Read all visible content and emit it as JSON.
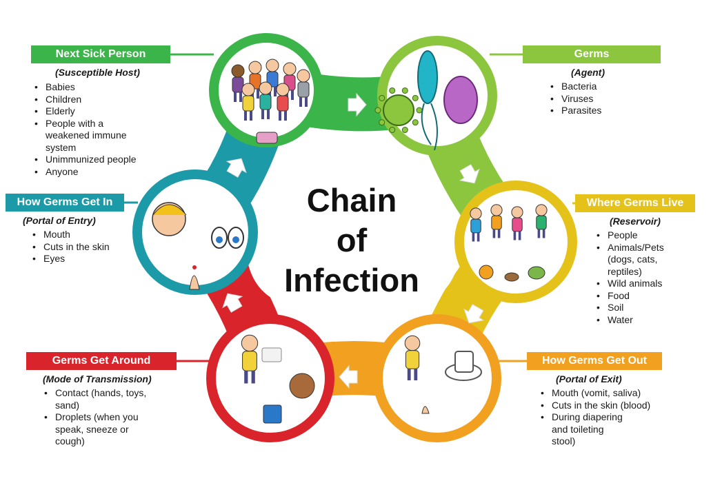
{
  "title": {
    "line1": "Chain",
    "line2": "of",
    "line3": "Infection"
  },
  "colors": {
    "next_sick_person": "#3bb54a",
    "germs": "#8cc63f",
    "where_germs_live": "#e5c21a",
    "how_germs_get_out": "#f2a01f",
    "germs_get_around": "#d9242b",
    "how_germs_get_in": "#1d9aa8",
    "arrow": "#ffffff"
  },
  "links": {
    "next_sick_person": {
      "heading": "Next Sick Person",
      "subtitle": "(Susceptible Host)",
      "items": [
        "Babies",
        "Children",
        "Elderly",
        "People with a\nweakened immune\nsystem",
        "Unimmunized people",
        "Anyone"
      ],
      "icon": "family-group-icon"
    },
    "germs": {
      "heading": "Germs",
      "subtitle": "(Agent)",
      "items": [
        "Bacteria",
        "Viruses",
        "Parasites"
      ],
      "icon": "germs-icon"
    },
    "where_germs_live": {
      "heading": "Where Germs Live",
      "subtitle": "(Reservoir)",
      "items": [
        "People",
        "Animals/Pets\n(dogs, cats,\nreptiles)",
        "Wild animals",
        "Food",
        "Soil",
        "Water"
      ],
      "icon": "children-and-pets-icon"
    },
    "how_germs_get_out": {
      "heading": "How Germs Get Out",
      "subtitle": "(Portal of Exit)",
      "items": [
        "Mouth (vomit, saliva)",
        "Cuts in the skin (blood)",
        "During diapering\nand toileting\nstool)"
      ],
      "icon": "boy-toilet-icon"
    },
    "germs_get_around": {
      "heading": "Germs Get Around",
      "subtitle": "(Mode of Transmission)",
      "items": [
        "Contact (hands, toys,\nsand)",
        "Droplets (when you\nspeak, sneeze or\ncough)"
      ],
      "icon": "sneezing-child-icon"
    },
    "how_germs_get_in": {
      "heading": "How Germs Get In",
      "subtitle": "(Portal of Entry)",
      "items": [
        "Mouth",
        "Cuts in the skin",
        "Eyes"
      ],
      "icon": "child-eyes-finger-icon"
    }
  }
}
